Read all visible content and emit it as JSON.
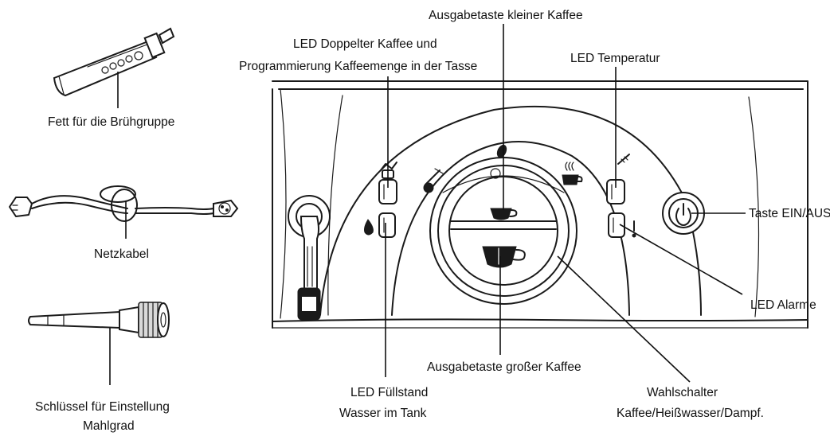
{
  "labels": {
    "grease": "Fett für die Brühgruppe",
    "cable": "Netzkabel",
    "key_line1": "Schlüssel für Einstellung",
    "key_line2": "Mahlgrad",
    "led_double_line1": "LED Doppelter Kaffee und",
    "led_double_line2": "Programmierung Kaffeemenge in der Tasse",
    "small_coffee_button": "Ausgabetaste kleiner Kaffee",
    "led_temperature": "LED Temperatur",
    "power_button": "Taste EIN/AUS",
    "led_alarms": "LED Alarme",
    "large_coffee_button": "Ausgabetaste großer Kaffee",
    "led_water_line1": "LED Füllstand",
    "led_water_line2": "Wasser im Tank",
    "selector_line1": "Wahlschalter",
    "selector_line2": "Kaffee/Heißwasser/Dampf."
  },
  "icons": {
    "grease_tube": "grease-tube-icon",
    "power_cable": "power-cable-icon",
    "grinder_key": "grinder-key-icon",
    "small_cup": "small-cup-icon",
    "large_cup": "large-cup-icon",
    "steam": "steam-icon",
    "hot_cup": "hot-cup-icon",
    "thermometer": "thermometer-icon",
    "water_drop": "water-drop-icon",
    "alarm": "exclamation-icon",
    "power": "power-icon"
  }
}
